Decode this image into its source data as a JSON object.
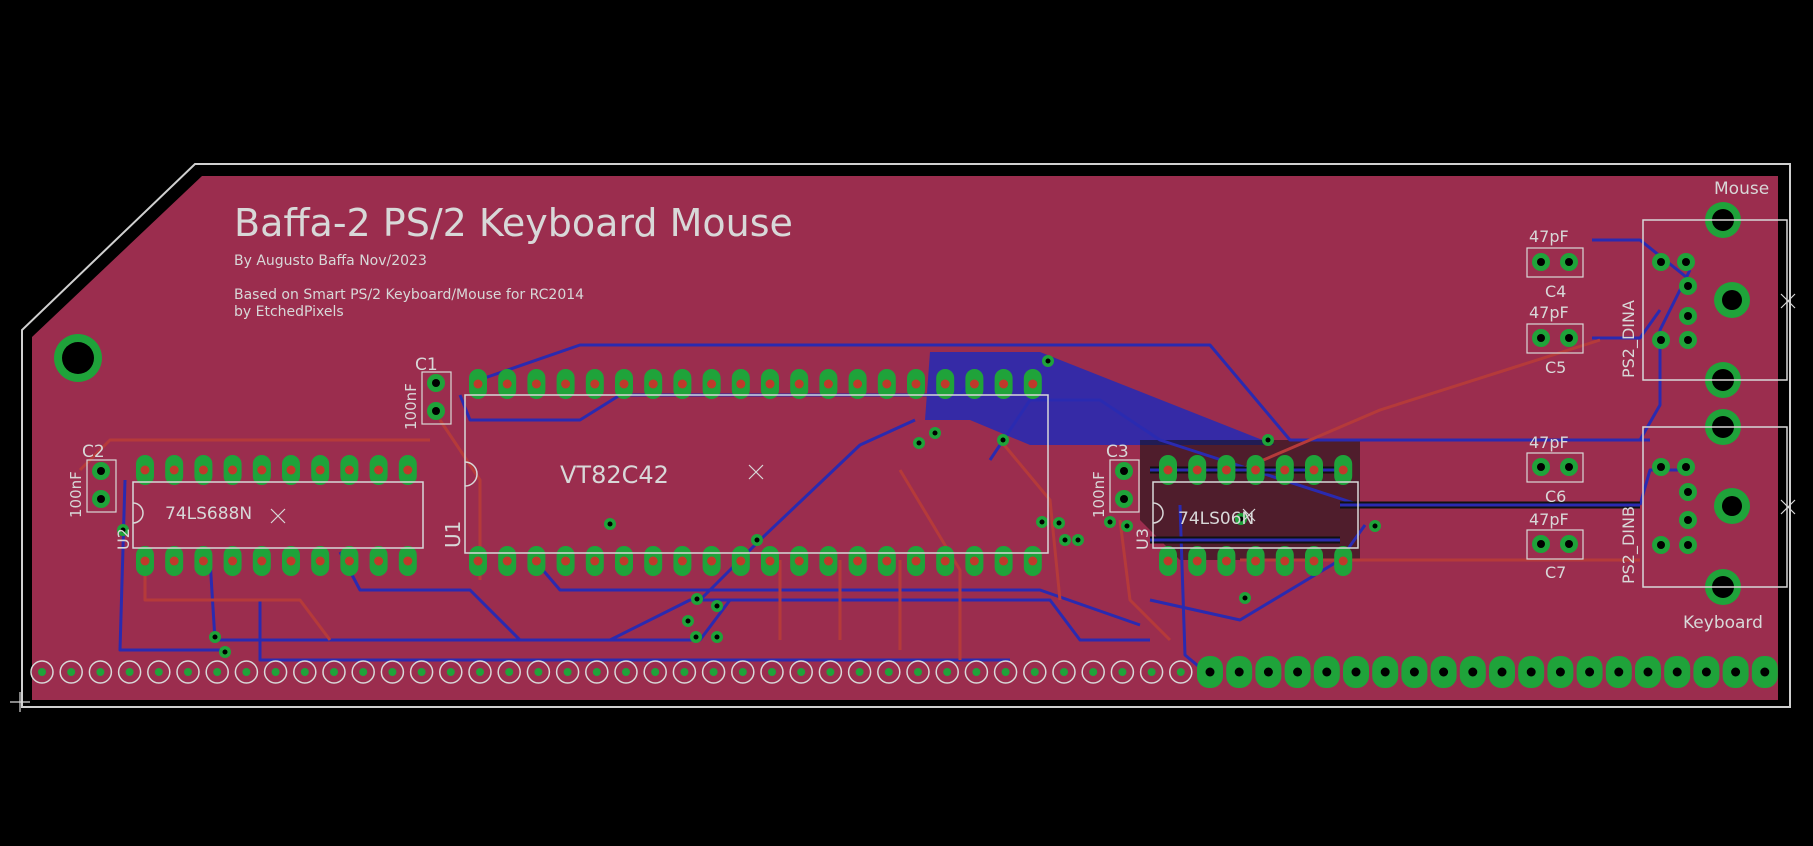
{
  "board": {
    "title": "Baffa-2 PS/2 Keyboard Mouse",
    "author": "By Augusto Baffa Nov/2023",
    "based_on": "Based on Smart PS/2 Keyboard/Mouse for RC2014",
    "by_line": "by EtchedPixels"
  },
  "colors": {
    "background": "#000000",
    "board_fill": "#9b2d4e",
    "outline": "#d0d0d0",
    "pad": "#1fa33a",
    "bottom_copper": "#2a2ab0",
    "top_copper": "#b53a3a",
    "silkscreen": "#d8d8d8"
  },
  "components": {
    "u1_ref": "U1",
    "u1_value": "VT82C42",
    "u2_ref": "U2",
    "u2_value": "74LS688N",
    "u3_ref": "U3",
    "u3_value": "74LS06N",
    "c1_ref": "C1",
    "c1_value": "100nF",
    "c2_ref": "C2",
    "c2_value": "100nF",
    "c3_ref": "C3",
    "c3_value": "100nF",
    "c4_ref": "C4",
    "c4_value": "47pF",
    "c5_ref": "C5",
    "c5_value": "47pF",
    "c6_ref": "C6",
    "c6_value": "47pF",
    "c7_ref": "C7",
    "c7_value": "47pF",
    "dina_ref": "PS2_DINA",
    "dinb_ref": "PS2_DINB",
    "mouse_label": "Mouse",
    "keyboard_label": "Keyboard"
  }
}
